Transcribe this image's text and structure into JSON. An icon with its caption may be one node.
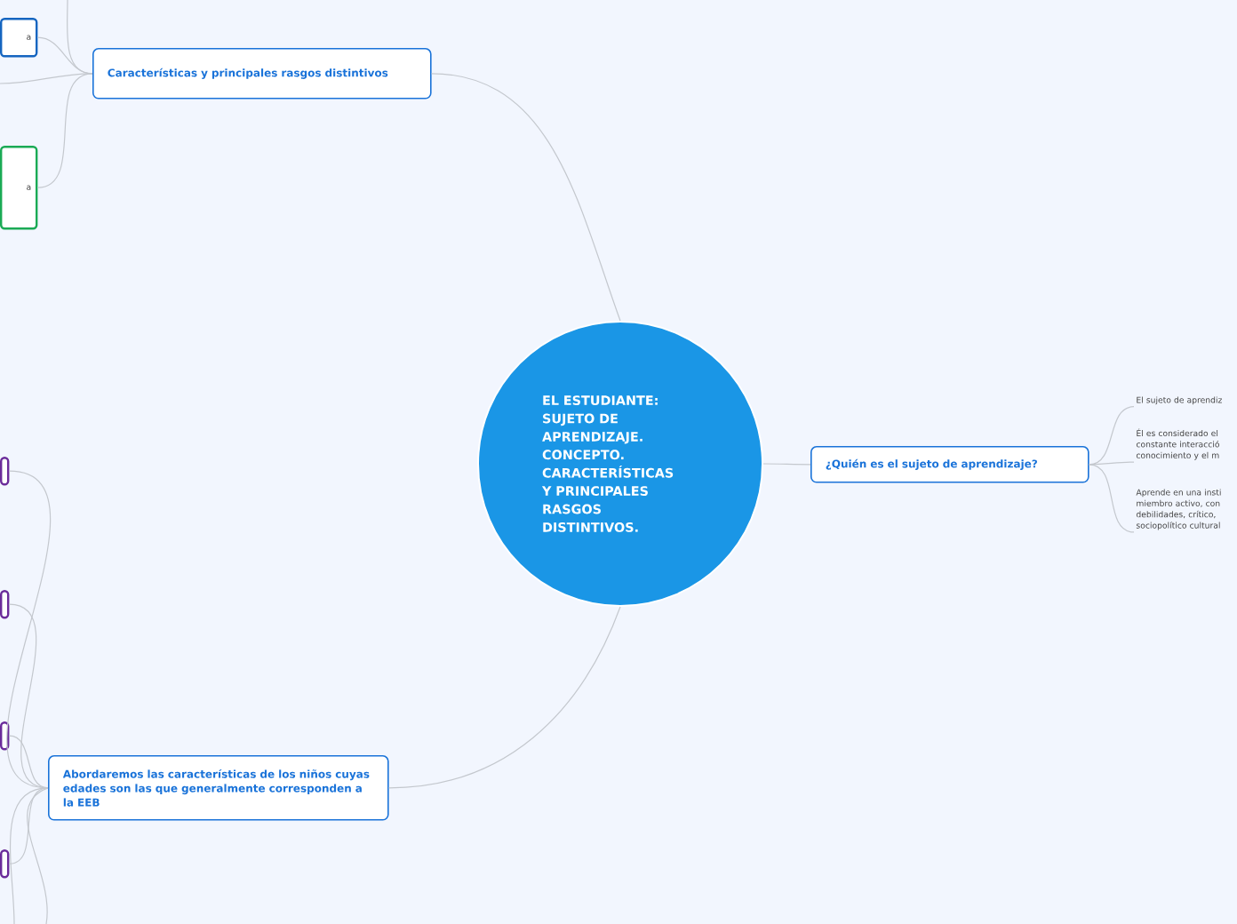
{
  "diagram": {
    "nodes": [
      {
        "text": [
          "EL ESTUDIANTE: SUJETO DE APRENDIZAJE. CONCEPTO. CARACTERÍSTICAS Y PRINCIPALES RASGOS DISTINTIVOS."
        ]
      },
      {
        "text": [
          "Características y principales rasgos distintivos"
        ]
      },
      {
        "text": [
          "a"
        ]
      },
      {
        "text": [
          "a"
        ]
      },
      {
        "text": [
          "¿Quién es el sujeto de aprendizaje?"
        ]
      },
      {
        "text": [
          "El sujeto de aprendiz"
        ]
      },
      {
        "text": [
          "Él es considerado el constante interacció conocimiento y el m"
        ]
      },
      {
        "text": [
          "Aprende en una insti miembro activo, con debilidades, crítico, sociopolítico cultural"
        ]
      },
      {
        "text": [
          "Abordaremos las características de los niños cuyas edades son las que generalmente corresponden a la EEB"
        ]
      },
      {
        "text": [],
        "shape": "box"
      },
      {
        "text": [],
        "shape": "box"
      },
      {
        "text": [],
        "shape": "box"
      },
      {
        "text": [],
        "shape": "box"
      }
    ],
    "edges": [
      {
        "from": 0,
        "to": 1,
        "arrow": "none"
      },
      {
        "from": 0,
        "to": 4,
        "arrow": "none"
      },
      {
        "from": 0,
        "to": 8,
        "arrow": "none"
      },
      {
        "from": 1,
        "to": 2,
        "arrow": "none"
      },
      {
        "from": 1,
        "to": 3,
        "arrow": "none"
      },
      {
        "from": 1,
        "to": null,
        "arrow": "none"
      },
      {
        "from": 1,
        "to": null,
        "arrow": "none"
      },
      {
        "from": 4,
        "to": 5,
        "arrow": "none"
      },
      {
        "from": 4,
        "to": 6,
        "arrow": "none"
      },
      {
        "from": 4,
        "to": 7,
        "arrow": "none"
      },
      {
        "from": 8,
        "to": 9,
        "arrow": "none"
      },
      {
        "from": 8,
        "to": 10,
        "arrow": "none"
      },
      {
        "from": 8,
        "to": 11,
        "arrow": "none"
      },
      {
        "from": 8,
        "to": 12,
        "arrow": "none"
      },
      {
        "from": 8,
        "to": null,
        "arrow": "none"
      },
      {
        "from": 8,
        "to": null,
        "arrow": "none"
      }
    ]
  }
}
